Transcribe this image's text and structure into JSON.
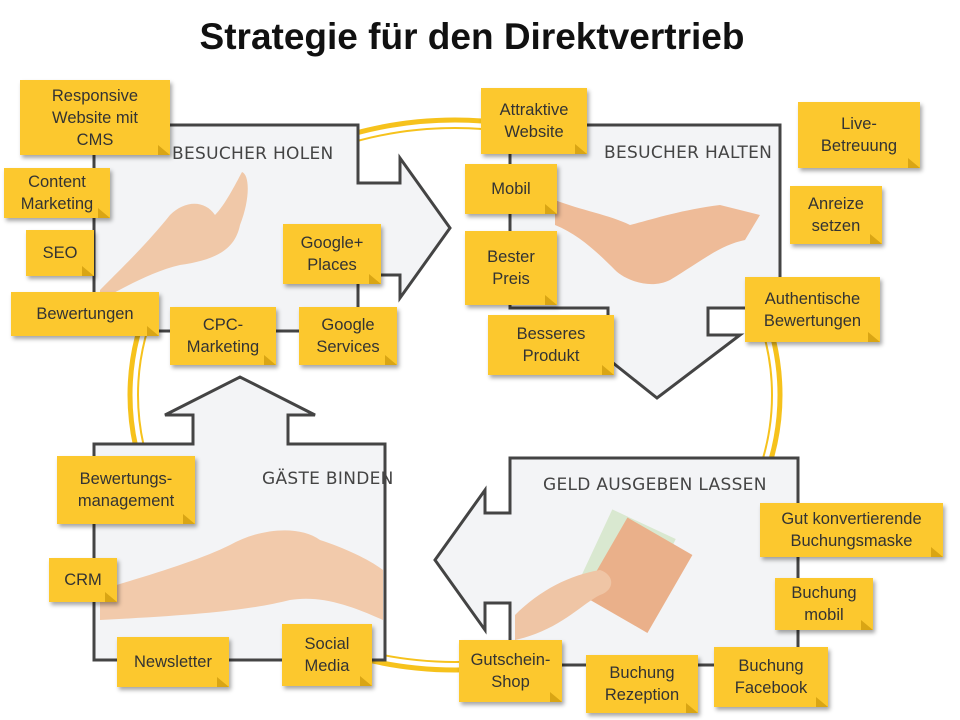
{
  "title": "Strategie für den Direktvertrieb",
  "sections": {
    "besucher_holen": "BESUCHER HOLEN",
    "besucher_halten": "BESUCHER HALTEN",
    "gaeste_binden": "GÄSTE BINDEN",
    "geld_ausgeben": "GELD AUSGEBEN LASSEN"
  },
  "notes": {
    "responsive": "Responsive\nWebsite mit\nCMS",
    "content": "Content\nMarketing",
    "seo": "SEO",
    "bewertungen": "Bewertungen",
    "cpc": "CPC-\nMarketing",
    "google_services": "Google\nServices",
    "google_places": "Google+\nPlaces",
    "attraktive": "Attraktive\nWebsite",
    "mobil": "Mobil",
    "bester_preis": "Bester\nPreis",
    "besseres_produkt": "Besseres\nProdukt",
    "live": "Live-\nBetreuung",
    "anreize": "Anreize\nsetzen",
    "authentische": "Authentische\nBewertungen",
    "bewertungsmgmt": "Bewertungs-\nmanagement",
    "crm": "CRM",
    "newsletter": "Newsletter",
    "social": "Social\nMedia",
    "gutschein": "Gutschein-\nShop",
    "rezeption": "Buchung\nRezeption",
    "facebook": "Buchung\nFacebook",
    "buchungsmaske": "Gut konvertierende\nBuchungsmaske",
    "buchung_mobil": "Buchung\nmobil"
  },
  "colors": {
    "note": "#fcc82e",
    "ring": "#f6c21c",
    "outline": "#444444",
    "panel": "#f3f4f6"
  }
}
